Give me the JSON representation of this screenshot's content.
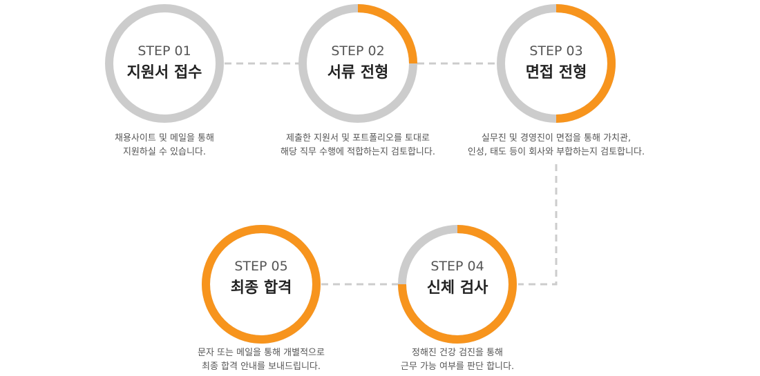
{
  "colors": {
    "accent": "#f7941d",
    "track": "#cccccc",
    "connector": "#cccccc"
  },
  "steps": [
    {
      "number": "STEP 01",
      "title": "지원서 접수",
      "progress": 0.0,
      "description": [
        "채용사이트 및 메일을 통해",
        "지원하실 수 있습니다."
      ]
    },
    {
      "number": "STEP 02",
      "title": "서류 전형",
      "progress": 0.25,
      "description": [
        "제출한 지원서 및 포트폴리오를 토대로",
        "해당 직무 수행에 적합하는지 검토합니다."
      ]
    },
    {
      "number": "STEP 03",
      "title": "면접 전형",
      "progress": 0.5,
      "description": [
        "실무진 및 경영진이 면접을 통해 가치관,",
        "인성, 태도 등이 회사와 부합하는지 검토합니다."
      ]
    },
    {
      "number": "STEP 04",
      "title": "신체 검사",
      "progress": 0.75,
      "description": [
        "정해진 건강 검진을 통해",
        "근무 가능 여부를 판단 합니다."
      ]
    },
    {
      "number": "STEP 05",
      "title": "최종 합격",
      "progress": 1.0,
      "description": [
        "문자 또는 메일을 통해 개별적으로",
        "최종 합격 안내를 보내드립니다."
      ]
    }
  ]
}
